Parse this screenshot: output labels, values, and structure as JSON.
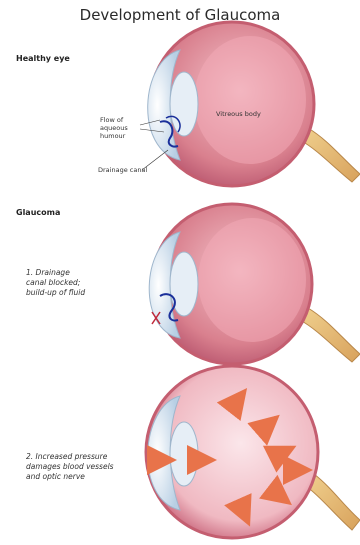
{
  "title": "Development of Glaucoma",
  "sections": {
    "healthy": {
      "label": "Healthy eye",
      "annotations": {
        "vitreous": "Vitreous body",
        "aqueous": [
          "Flow of",
          "aqueous",
          "humour"
        ],
        "drainage": "Drainage canal"
      }
    },
    "glaucoma": {
      "label": "Glaucoma",
      "step1": [
        "1. Drainage",
        "canal blocked;",
        "build-up of fluid"
      ],
      "step2": [
        "2. Increased pressure",
        "damages blood vessels",
        "and optic nerve"
      ]
    }
  },
  "colors": {
    "eyeball_fill": "#d9808e",
    "eyeball_light": "#f4c5cc",
    "sclera_rim": "#c45e70",
    "optic_nerve": "#e8c07a",
    "cornea": "#cfe0ee",
    "lens": "#dce8f2",
    "arrow": "#e8734a",
    "aqueous_flow": "#1a2f9a"
  }
}
